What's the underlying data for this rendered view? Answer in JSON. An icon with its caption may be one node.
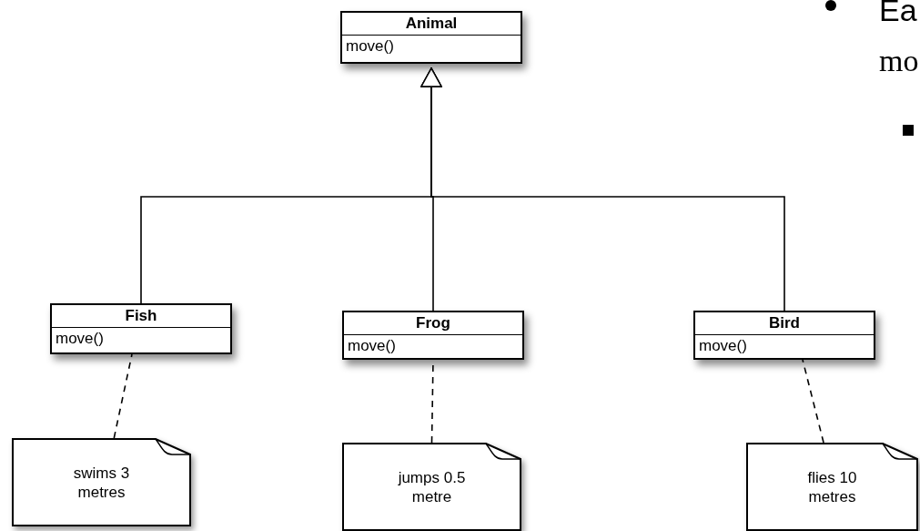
{
  "diagram": {
    "nodes": [
      {
        "text": [
          "Animal",
          "move()"
        ]
      },
      {
        "text": [
          "Fish",
          "move()"
        ]
      },
      {
        "text": [
          "Frog",
          "move()"
        ]
      },
      {
        "text": [
          "Bird",
          "move()"
        ]
      },
      {
        "text": [
          "swims 3 metres"
        ]
      },
      {
        "text": [
          "jumps 0.5 metre"
        ]
      },
      {
        "text": [
          "flies 10 metres"
        ]
      }
    ],
    "edges": [
      {
        "from": 1,
        "to": 0,
        "arrow": "to"
      },
      {
        "from": 2,
        "to": 0,
        "arrow": "to"
      },
      {
        "from": 3,
        "to": 0,
        "arrow": "to"
      },
      {
        "from": 4,
        "to": 1,
        "arrow": "none",
        "style": "dashed"
      },
      {
        "from": 5,
        "to": 2,
        "arrow": "none",
        "style": "dashed"
      },
      {
        "from": 6,
        "to": 3,
        "arrow": "none",
        "style": "dashed"
      }
    ],
    "labels": [
      "Ea",
      "mo"
    ]
  }
}
